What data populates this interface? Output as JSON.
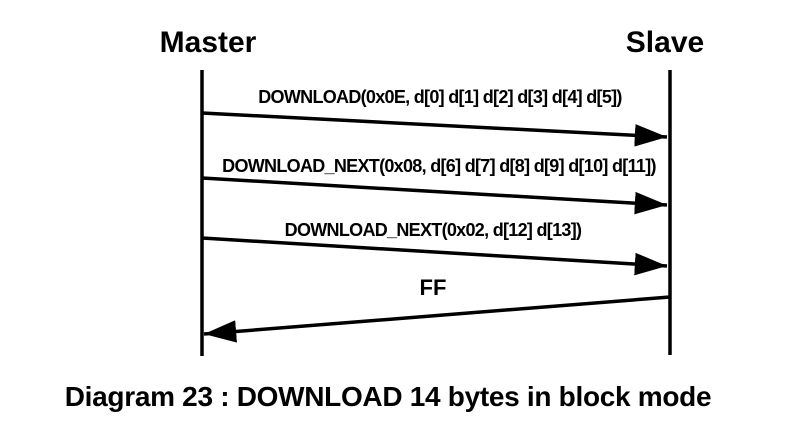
{
  "diagram": {
    "caption": "Diagram 23 : DOWNLOAD 14 bytes in block mode",
    "colors": {
      "foreground": "#000000",
      "background": "#ffffff"
    },
    "actors": [
      {
        "id": "master",
        "name": "Master"
      },
      {
        "id": "slave",
        "name": "Slave"
      }
    ],
    "messages": [
      {
        "from": "Master",
        "to": "Slave",
        "direction": "right",
        "label": "DOWNLOAD(0x0E, d[0] d[1] d[2] d[3] d[4] d[5])"
      },
      {
        "from": "Master",
        "to": "Slave",
        "direction": "right",
        "label": "DOWNLOAD_NEXT(0x08, d[6] d[7] d[8] d[9] d[10] d[11])"
      },
      {
        "from": "Master",
        "to": "Slave",
        "direction": "right",
        "label": "DOWNLOAD_NEXT(0x02, d[12] d[13])"
      },
      {
        "from": "Slave",
        "to": "Master",
        "direction": "left",
        "label": "FF"
      }
    ]
  }
}
